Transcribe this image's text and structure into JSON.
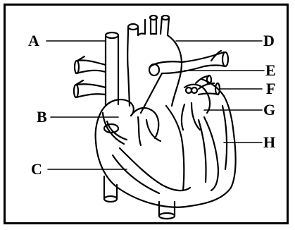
{
  "labels": {
    "A": "A",
    "B": "B",
    "C": "C",
    "D": "D",
    "E": "E",
    "F": "F",
    "G": "G",
    "H": "H"
  },
  "colors": {
    "stroke": "#000000",
    "fill": "#ffffff",
    "border": "#000000"
  }
}
